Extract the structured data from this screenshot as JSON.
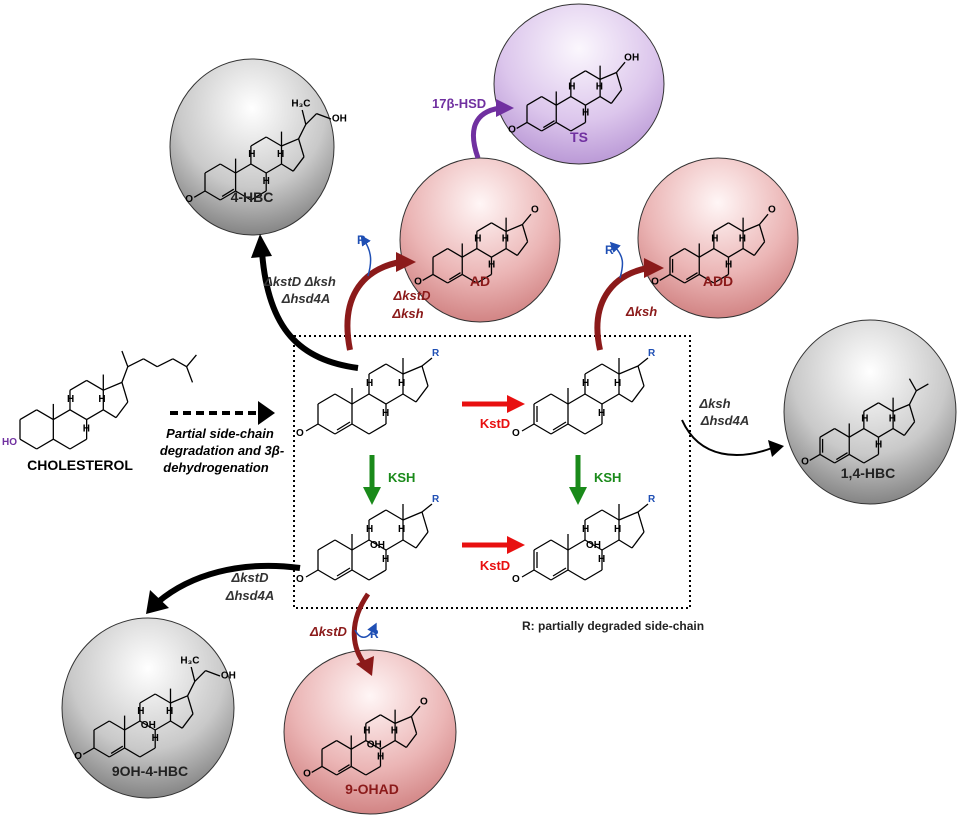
{
  "molecules": [
    {
      "id": "4hbc",
      "label": "4-HBC",
      "label_color": "#222222",
      "fill": "gray",
      "variant": "4hbc"
    },
    {
      "id": "ts",
      "label": "TS",
      "label_color": "#7030a0",
      "fill": "purple",
      "variant": "ts"
    },
    {
      "id": "ad",
      "label": "AD",
      "label_color": "#8b1a1a",
      "fill": "red",
      "variant": "ad"
    },
    {
      "id": "add",
      "label": "ADD",
      "label_color": "#8b1a1a",
      "fill": "red",
      "variant": "add"
    },
    {
      "id": "hbc14",
      "label": "1,4-HBC",
      "label_color": "#222222",
      "fill": "gray",
      "variant": "hbc14"
    },
    {
      "id": "oh4hbc",
      "label": "9OH-4-HBC",
      "label_color": "#222222",
      "fill": "gray",
      "variant": "oh4hbc"
    },
    {
      "id": "ohad",
      "label": "9-OHAD",
      "label_color": "#8b1a1a",
      "fill": "red",
      "variant": "ohad"
    }
  ],
  "cholesterol": {
    "label": "CHOLESTEROL",
    "ho": "HO"
  },
  "partial_text": [
    "Partial side-chain",
    "degradation and 3β-",
    "dehydrogenation"
  ],
  "enzymes": {
    "hsd17b": "17β-HSD",
    "kstd_1": "KstD",
    "kstd_2": "KstD",
    "ksh_1": "KSH",
    "ksh_2": "KSH"
  },
  "mutants": {
    "to_4hbc": [
      "ΔkstD Δksh",
      "Δhsd4A"
    ],
    "to_ad": [
      "ΔkstD",
      "Δksh"
    ],
    "to_add": [
      "Δksh"
    ],
    "to_14hbc": [
      "Δksh",
      "Δhsd4A"
    ],
    "to_9oh4hbc": [
      "ΔkstD",
      "Δhsd4A"
    ],
    "to_9ohad": [
      "ΔkstD"
    ]
  },
  "side_chain_R": "R",
  "r_note": "R: partially degraded side-chain",
  "atoms": {
    "h": "H",
    "oh": "OH",
    "o": "O",
    "h3c": "H₃C"
  },
  "colors": {
    "red_arrow": "#e81010",
    "green_arrow": "#1a8a1a",
    "dark_red": "#8b1a1a",
    "purple": "#7030a0",
    "blue_R": "#1f4fb4"
  }
}
